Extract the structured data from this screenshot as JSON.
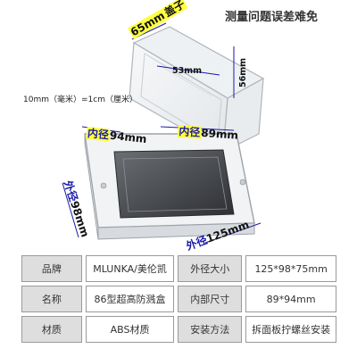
{
  "header_note": "测量问题误差难免",
  "unit_note": "10mm（毫米）=1cm（厘米）",
  "dimensions": {
    "lid_length": {
      "value": "65mm",
      "suffix": "盖子"
    },
    "inner_width_top": "53mm",
    "inner_height_top": "56mm",
    "inner_left": {
      "prefix": "内径",
      "value": "94mm"
    },
    "inner_right": {
      "prefix": "内径",
      "value": "89mm"
    },
    "outer_left": {
      "prefix": "外径",
      "value": "98mm"
    },
    "outer_right": {
      "prefix": "外径",
      "value": "125mm"
    }
  },
  "colors": {
    "highlight": "#ffff40",
    "accent_blue": "#1a1aa8",
    "label_bg": "#dedede"
  },
  "specs": [
    {
      "l1": "品牌",
      "v1": "MLUNKA/美伦凯",
      "l2": "外径大小",
      "v2": "125*98*75mm"
    },
    {
      "l1": "名称",
      "v1": "86型超高防溅盒",
      "l2": "内部尺寸",
      "v2": "89*94mm"
    },
    {
      "l1": "材质",
      "v1": "ABS材质",
      "l2": "安装方法",
      "v2": "拆面板拧螺丝安装"
    }
  ]
}
